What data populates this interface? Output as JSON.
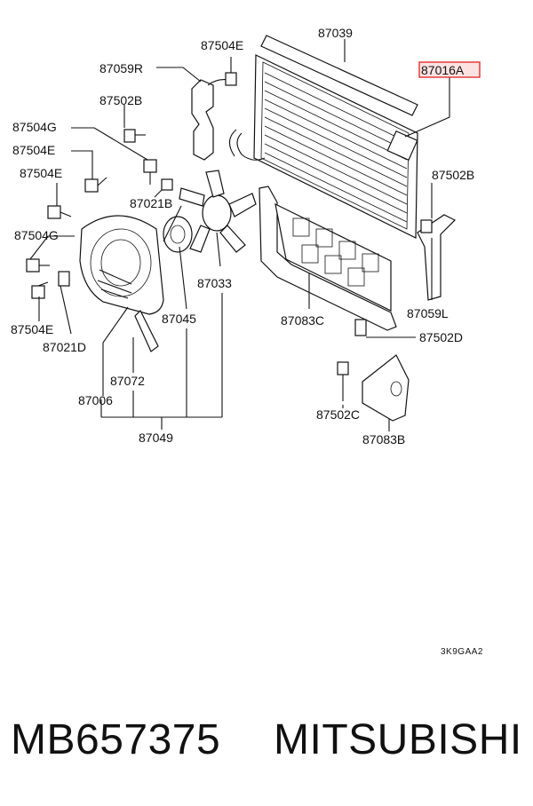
{
  "labels": {
    "l87039": "87039",
    "l87504E_top": "87504E",
    "l87016A": "87016A",
    "l87059R": "87059R",
    "l87502B_left": "87502B",
    "l87504G_1": "87504G",
    "l87504E_1": "87504E",
    "l87504E_2": "87504E",
    "l87021B": "87021B",
    "l87502B_right": "87502B",
    "l87504G_2": "87504G",
    "l87033": "87033",
    "l87083C": "87083C",
    "l87059L": "87059L",
    "l87045": "87045",
    "l87504E_3": "87504E",
    "l87021D": "87021D",
    "l87502D": "87502D",
    "l87072": "87072",
    "l87006": "87006",
    "l87502C": "87502C",
    "l87083B": "87083B",
    "l87049": "87049"
  },
  "diagram_code": "3K9GAA2",
  "highlight_color": "#e03030",
  "footer": {
    "part_number": "MB657375",
    "brand": "MITSUBISHI"
  }
}
